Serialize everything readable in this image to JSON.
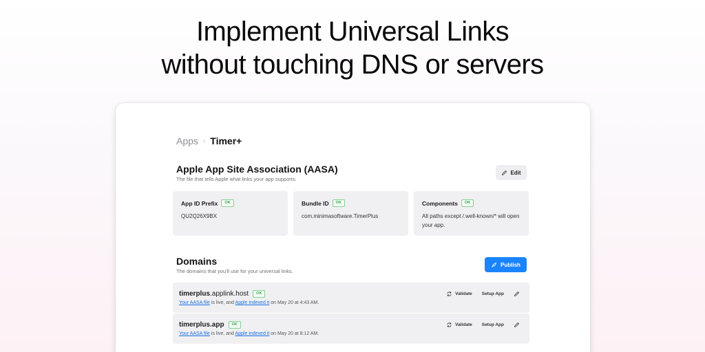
{
  "headline": {
    "line1": "Implement Universal Links",
    "line2": "without touching DNS or servers"
  },
  "breadcrumb": {
    "parent": "Apps",
    "separator": "›",
    "current": "Timer+"
  },
  "aasa": {
    "title": "Apple App Site Association (AASA)",
    "subtitle": "The file that tells Apple what links your app supports.",
    "edit_label": "Edit",
    "cards": [
      {
        "label": "App ID Prefix",
        "status": "OK",
        "value": "QU2Q26X9BX"
      },
      {
        "label": "Bundle ID",
        "status": "OK",
        "value": "com.minimasoftware.TimerPlus"
      },
      {
        "label": "Components",
        "status": "OK",
        "value": "All paths except /.well-known/* will open your app."
      }
    ]
  },
  "domains": {
    "title": "Domains",
    "subtitle": "The domains that you'll use for your universal links.",
    "publish_label": "Publish",
    "rows": [
      {
        "name_bold": "timerplus",
        "name_rest": ".applink.host",
        "status": "OK",
        "aasa_link": "Your AASA file",
        "text_mid": " is live, and ",
        "indexed_link": "Apple indexed it",
        "text_end": " on May 20 at 4:43 AM.",
        "validate_label": "Validate",
        "setup_label": "Setup App"
      },
      {
        "name_bold": "timerplus.app",
        "name_rest": "",
        "status": "OK",
        "aasa_link": "Your AASA file",
        "text_mid": " is live, and ",
        "indexed_link": "Apple indexed it",
        "text_end": " on May 20 at 8:12 AM.",
        "validate_label": "Validate",
        "setup_label": "Setup App"
      }
    ]
  },
  "colors": {
    "accent": "#1a84ff",
    "ok_green": "#34a853",
    "link": "#1a6fe0",
    "card_bg": "#f0f0f2"
  }
}
